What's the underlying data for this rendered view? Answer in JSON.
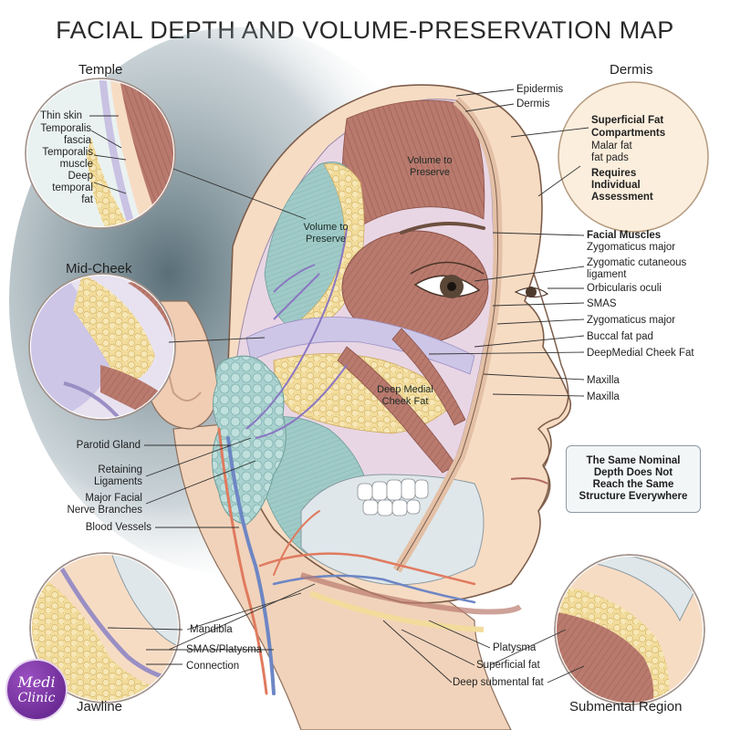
{
  "title": "FACIAL DEPTH AND VOLUME-PRESERVATION MAP",
  "sections": {
    "temple": "Temple",
    "dermis": "Dermis",
    "mid_cheek": "Mid-Cheek",
    "jawline": "Jawline",
    "submental": "Submental Region"
  },
  "temple_labels": [
    "Thin skin",
    "Temporalis",
    "fascia",
    "Temporalis",
    "muscle",
    "Deep",
    "temporal",
    "fat"
  ],
  "dermis_panel": {
    "line1": "Superficial Fat",
    "line2": "Compartments",
    "line3": "Malar fat",
    "line4": "fat pads",
    "line5": "Requires",
    "line6": "Individual",
    "line7": "Assessment"
  },
  "right_labels": {
    "epidermis": "Epidermis",
    "dermis": "Dermis",
    "facial_muscles": "Facial Muscles",
    "zygomaticus_major_1": "Zygomaticus major",
    "zygomatic_cutaneous_1": "Zygomatic cutaneous",
    "zygomatic_cutaneous_2": "ligament",
    "orbicularis_oculi": "Orbicularis oculi",
    "smas": "SMAS",
    "zygomaticus_major_2": "Zygomaticus major",
    "buccal_fat_pad": "Buccal fat pad",
    "deep_medial_cheek_fat": "DeepMedial Cheek Fat",
    "maxilla_1": "Maxilla",
    "maxilla_2": "Maxilla"
  },
  "left_labels": {
    "parotid_gland": "Parotid Gland",
    "retaining_1": "Retaining",
    "retaining_2": "Ligaments",
    "nerve_1": "Major Facial",
    "nerve_2": "Nerve Branches",
    "blood_vessels": "Blood Vessels"
  },
  "zones": {
    "forehead_1": "Volume to",
    "forehead_2": "Preserve",
    "temple_1": "Volume to",
    "temple_2": "Preserve",
    "cheek_1": "Deep Medial",
    "cheek_2": "Cheek Fat"
  },
  "jawline_labels": {
    "mandibla": "Mandibla",
    "smas_platysma": "SMAS/Platysma",
    "connection": "Connection"
  },
  "submental_labels": {
    "platysma": "Platysma",
    "superficial_fat": "Superficial fat",
    "deep_submental_fat": "Deep submental fat"
  },
  "note": {
    "line1": "The Same Nominal",
    "line2": "Depth Does Not",
    "line3": "Reach the Same",
    "line4": "Structure Everywhere"
  },
  "logo": {
    "line1": "Medi",
    "line2": "Clinic"
  },
  "colors": {
    "muscle": "#b97a6e",
    "fat": "#f2dc9c",
    "fascia": "#c9c2e3",
    "gland": "#a9d1cf",
    "skin": "#f7dcc4",
    "artery": "#e07a5f",
    "vein": "#6d86c4",
    "note_border": "#8d99a3"
  }
}
